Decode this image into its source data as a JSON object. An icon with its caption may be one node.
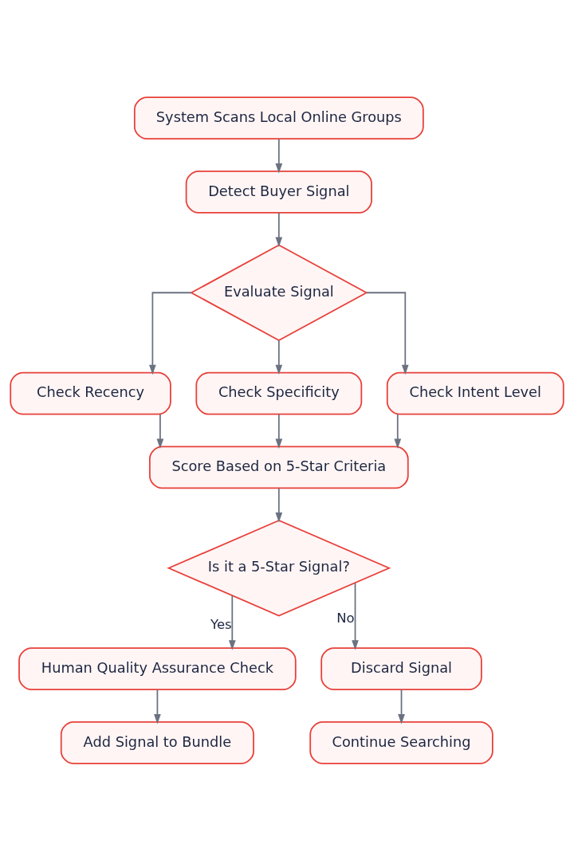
{
  "diagram": {
    "nodes": [
      {
        "text": [
          "System Scans Local Online Groups"
        ]
      },
      {
        "text": [
          "Detect Buyer Signal"
        ]
      },
      {
        "text": [
          "Evaluate Signal"
        ]
      },
      {
        "text": [
          "Check Recency"
        ]
      },
      {
        "text": [
          "Check Specificity"
        ]
      },
      {
        "text": [
          "Check Intent Level"
        ]
      },
      {
        "text": [
          "Score Based on 5-Star Criteria"
        ]
      },
      {
        "text": [
          "Is it a 5-Star Signal?"
        ]
      },
      {
        "text": [
          "Human Quality Assurance Check"
        ]
      },
      {
        "text": [
          "Discard Signal"
        ]
      },
      {
        "text": [
          "Add Signal to Bundle"
        ]
      },
      {
        "text": [
          "Continue Searching"
        ]
      }
    ],
    "edges": [
      {
        "from": 0,
        "to": 1,
        "arrow": "to"
      },
      {
        "from": 1,
        "to": 2,
        "arrow": "to"
      },
      {
        "from": 2,
        "to": 3,
        "arrow": "to"
      },
      {
        "from": 2,
        "to": 4,
        "arrow": "to"
      },
      {
        "from": 2,
        "to": 5,
        "arrow": "to"
      },
      {
        "from": 3,
        "to": 6,
        "arrow": "to"
      },
      {
        "from": 4,
        "to": 6,
        "arrow": "to"
      },
      {
        "from": 5,
        "to": 6,
        "arrow": "to"
      },
      {
        "from": 6,
        "to": 7,
        "arrow": "to"
      },
      {
        "from": 7,
        "to": 8,
        "arrow": "to",
        "label": "Yes"
      },
      {
        "from": 7,
        "to": 9,
        "arrow": "to",
        "label": "No"
      },
      {
        "from": 8,
        "to": 10,
        "arrow": "to"
      },
      {
        "from": 9,
        "to": 11,
        "arrow": "to"
      }
    ]
  }
}
